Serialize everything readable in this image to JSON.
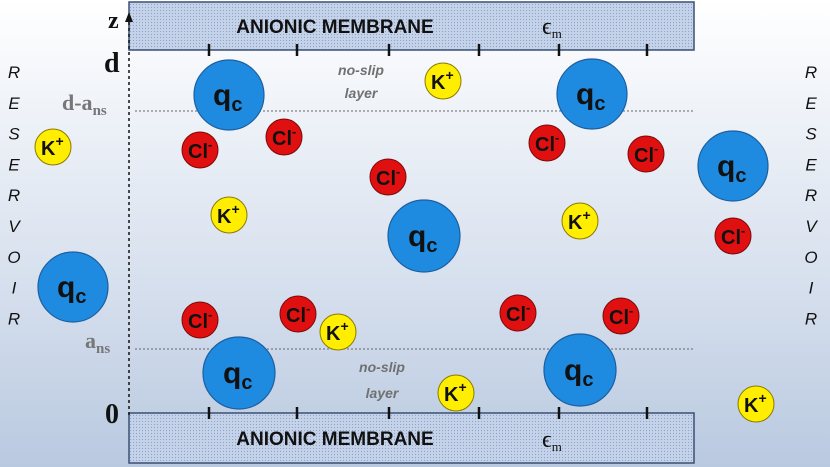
{
  "membrane_top": {
    "label": "ANIONIC MEMBRANE",
    "epsilon": "ϵ",
    "epsilon_sub": "m"
  },
  "membrane_bottom": {
    "label": "ANIONIC MEMBRANE",
    "epsilon": "ϵ",
    "epsilon_sub": "m"
  },
  "axis": {
    "z_label": "z",
    "d_label": "d",
    "d_minus_a_main": "d-a",
    "d_minus_a_sub": "ns",
    "a_main": "a",
    "a_sub": "ns",
    "zero_label": "0"
  },
  "layers": {
    "top": {
      "line1": "no-slip",
      "line2": "layer"
    },
    "bottom": {
      "line1": "no-slip",
      "line2": "layer"
    }
  },
  "reservoir_left": [
    "R",
    "E",
    "S",
    "E",
    "R",
    "V",
    "O",
    "I",
    "R"
  ],
  "reservoir_right": [
    "R",
    "E",
    "S",
    "E",
    "R",
    "V",
    "O",
    "I",
    "R"
  ],
  "ions": {
    "qc": {
      "main": "q",
      "sub": "c",
      "color": "#1e8be0"
    },
    "cl": {
      "main": "Cl",
      "sup": "-",
      "color": "#e01010"
    },
    "k": {
      "main": "K",
      "sup": "+",
      "color": "#ffee00"
    }
  },
  "colors": {
    "membrane_fill": "#c8d6ec",
    "membrane_stroke": "#3a4f74",
    "label_gray": "#707070"
  }
}
